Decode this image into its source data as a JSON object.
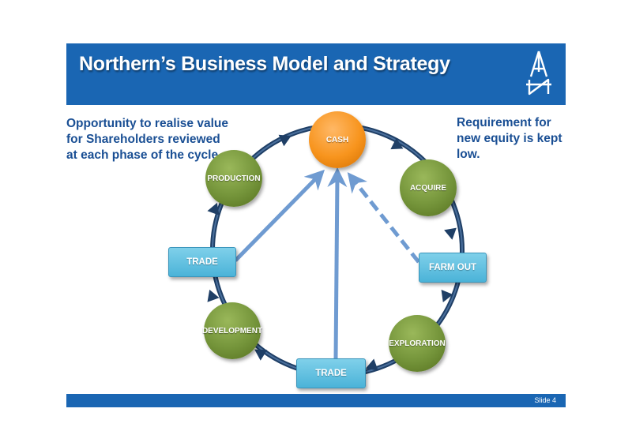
{
  "header": {
    "title": "Northern’s Business Model and Strategy"
  },
  "notes": {
    "left": "Opportunity to realise value for Shareholders reviewed at each phase of the cycle.",
    "right": "Requirement for new equity is kept low."
  },
  "nodes": {
    "cash": "CASH",
    "acquire": "ACQUIRE",
    "farm_out": "FARM OUT",
    "exploration": "EXPLORATION",
    "trade_bottom": "TRADE",
    "development": "DEVELOPMENT",
    "trade_left": "TRADE",
    "production": "PRODUCTION"
  },
  "footer": {
    "slide": "Slide 4"
  },
  "colors": {
    "brand_blue": "#1a66b3",
    "cycle_ring": "#1f3f66",
    "arrow_blue": "#6f9bd1",
    "cash_orange": "#f7941d",
    "phase_green": "#74943a",
    "trade_box": "#5bc0e2"
  }
}
